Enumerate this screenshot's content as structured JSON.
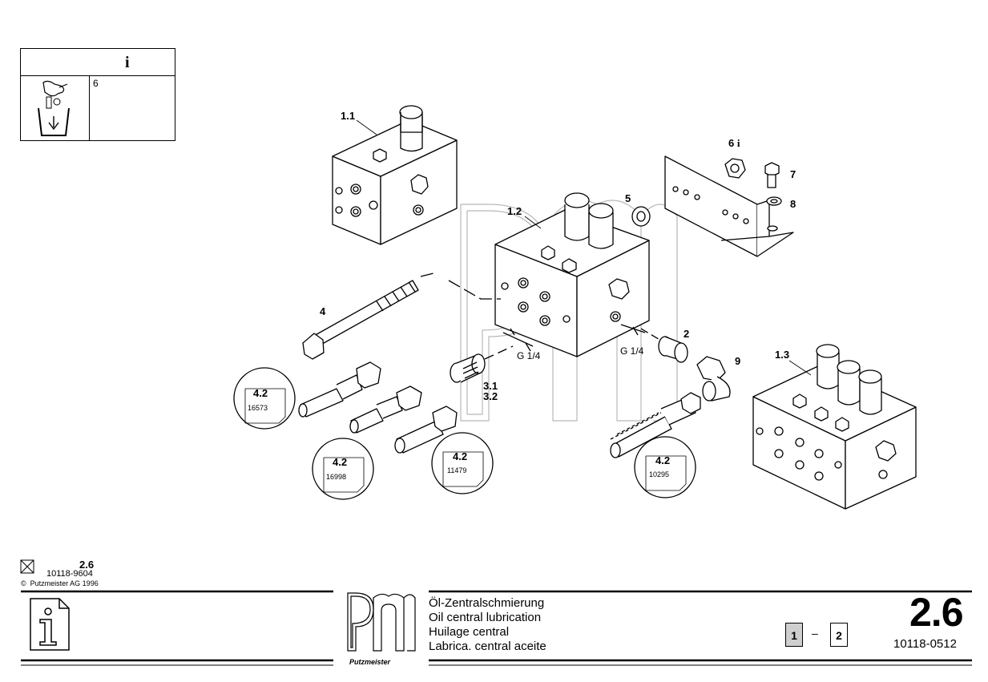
{
  "legend": {
    "header_icon": "info-icon",
    "quantity": "6",
    "disposal_icon": "disposal-bin-icon"
  },
  "callouts": {
    "c_1_1": "1.1",
    "c_1_2": "1.2",
    "c_1_3": "1.3",
    "c_2": "2",
    "c_3_1": "3.1",
    "c_3_2": "3.2",
    "c_4": "4",
    "c_5": "5",
    "c_6": "6",
    "c_7": "7",
    "c_8": "8",
    "c_9": "9",
    "thread_left": "G 1/4",
    "thread_right": "G 1/4"
  },
  "references": [
    {
      "section": "4.2",
      "number": "16573"
    },
    {
      "section": "4.2",
      "number": "16998"
    },
    {
      "section": "4.2",
      "number": "11479"
    },
    {
      "section": "4.2",
      "number": "10295"
    }
  ],
  "footer": {
    "section_small": "2.6",
    "doc_small": "10118-9604",
    "copyright": "Putzmeister AG 1996",
    "copyright_symbol": "©",
    "logo_text": "Putzmeister",
    "titles": [
      "Öl-Zentralschmierung",
      "Oil central lubrication",
      "Huilage central",
      "Labrica. central aceite"
    ],
    "page_current": "1",
    "page_separator": "–",
    "page_total": "2",
    "section_number": "2.6",
    "document_number": "10118-0512"
  }
}
